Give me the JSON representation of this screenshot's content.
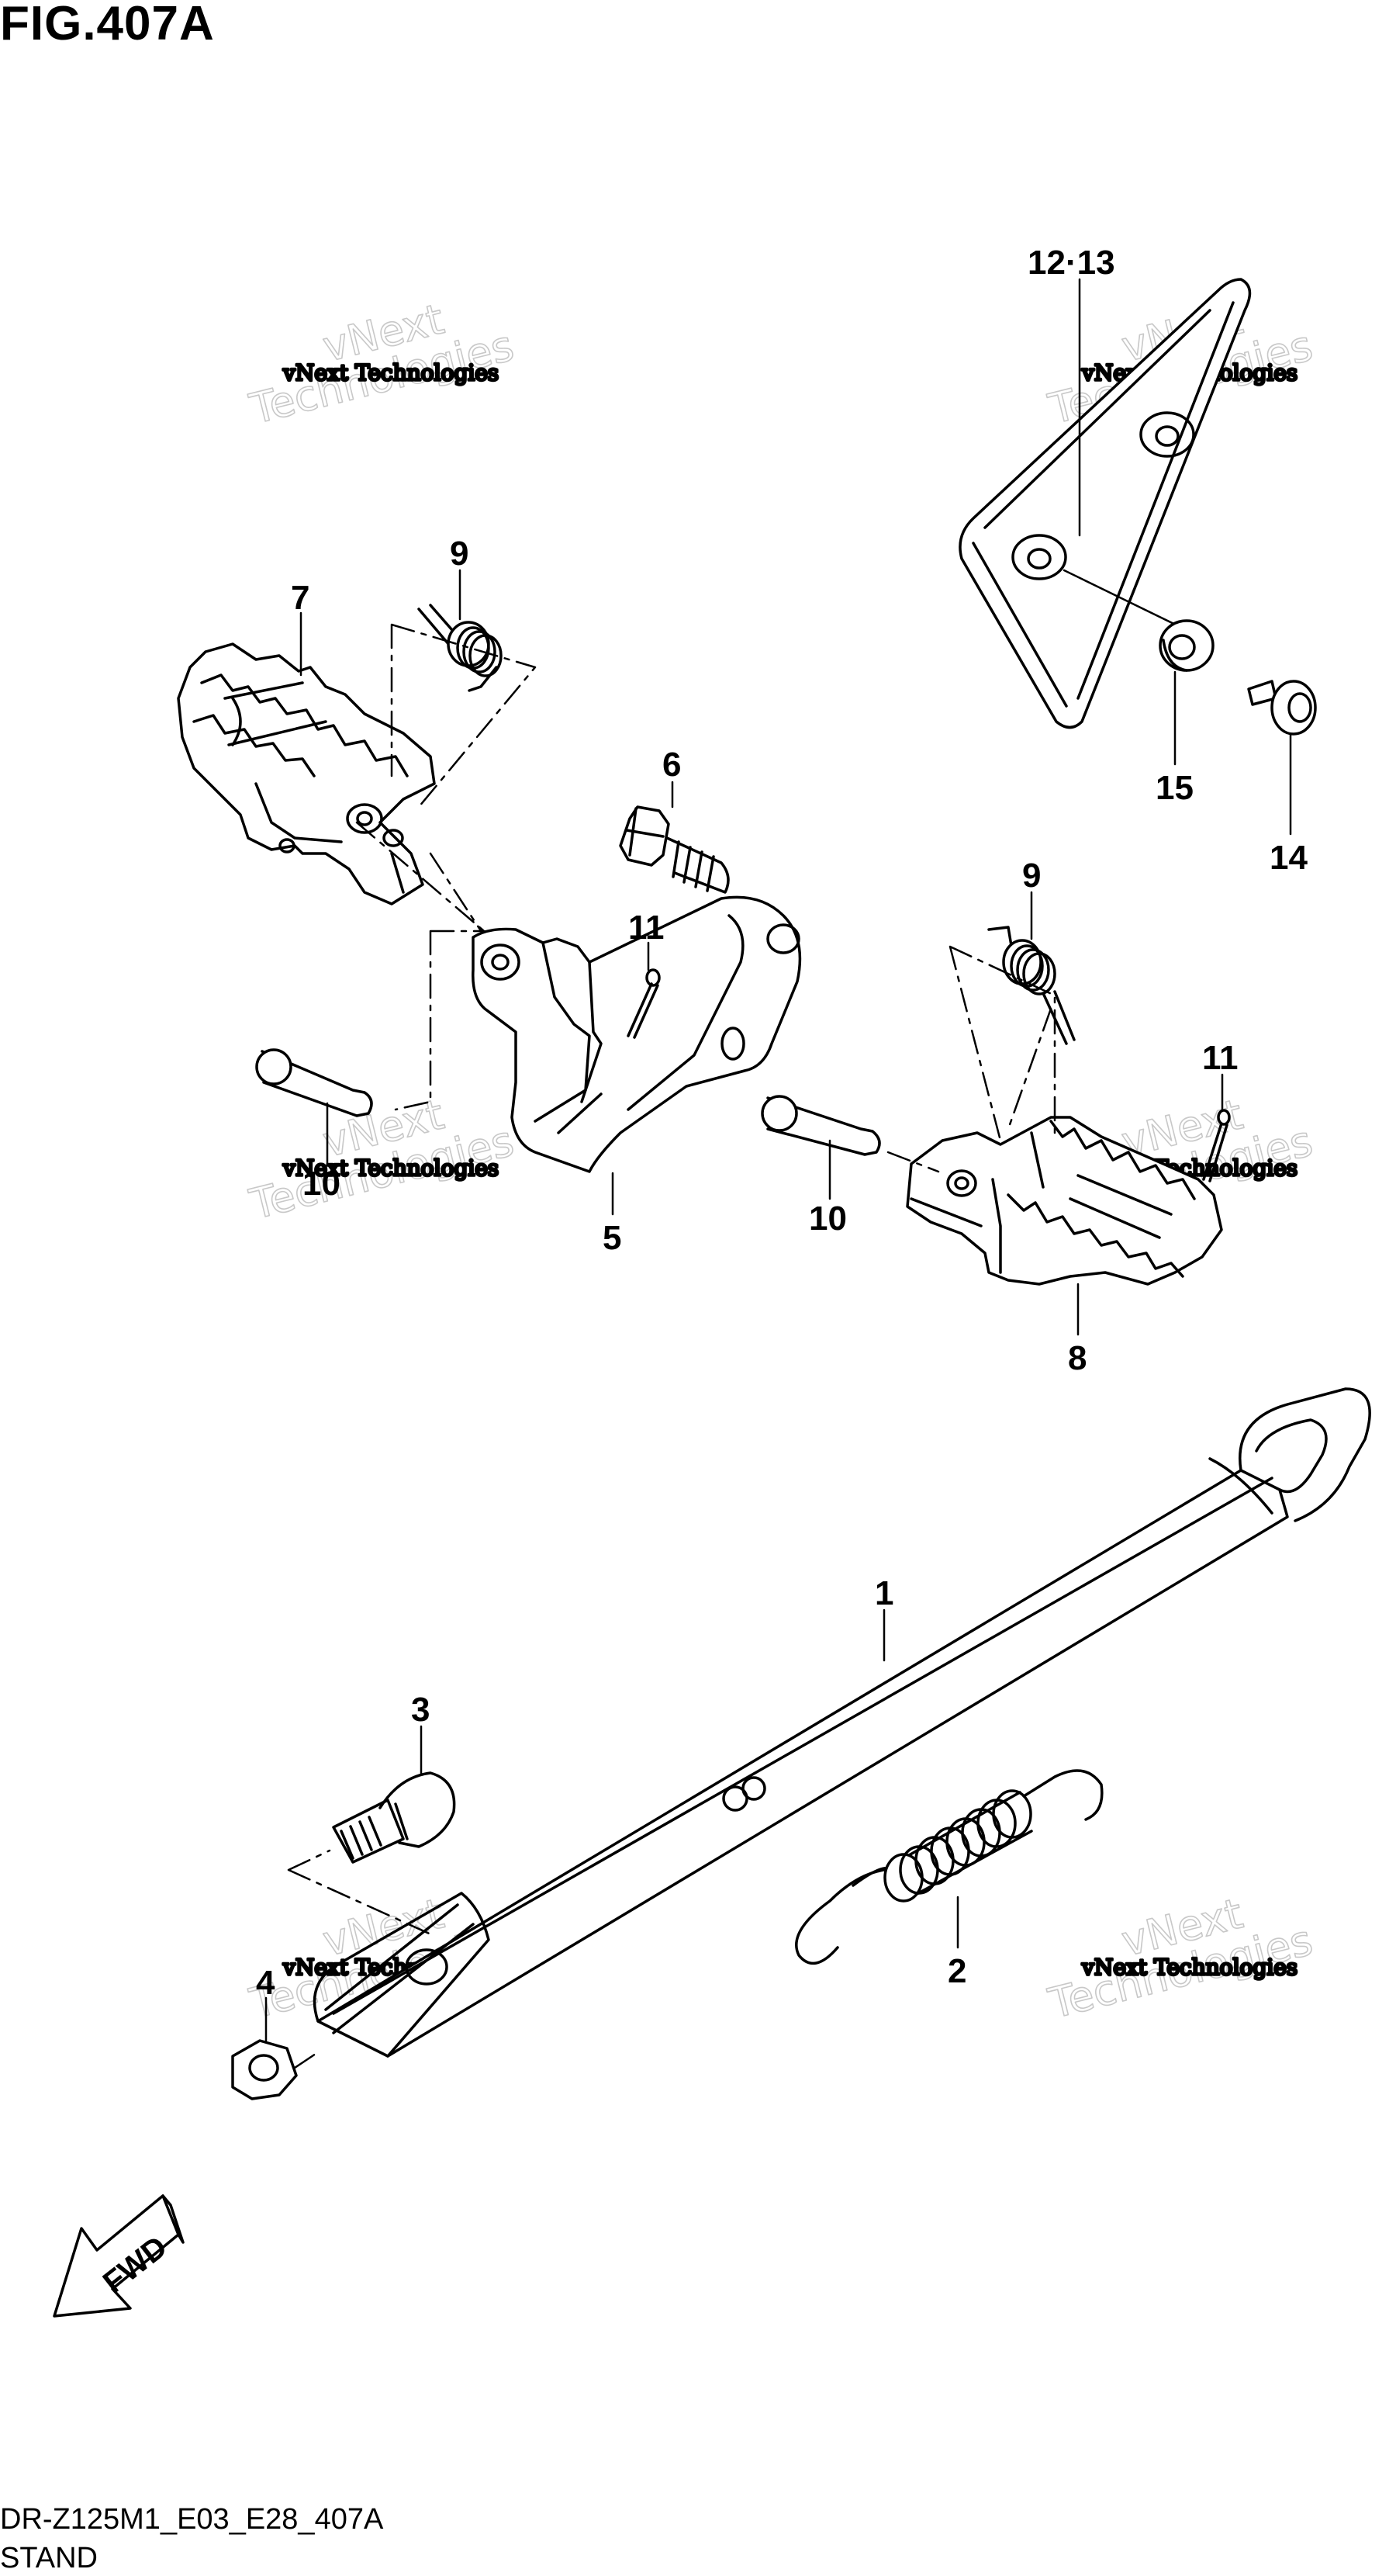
{
  "figure": {
    "title": "FIG.407A",
    "code": "DR-Z125M1_E03_E28_407A",
    "name": "STAND"
  },
  "callouts": {
    "p1": "1",
    "p2": "2",
    "p3": "3",
    "p4": "4",
    "p5": "5",
    "p6": "6",
    "p7": "7",
    "p8": "8",
    "p9a": "9",
    "p9b": "9",
    "p10a": "10",
    "p10b": "10",
    "p11a": "11",
    "p11b": "11",
    "p1213": "12·13",
    "p14": "14",
    "p15": "15"
  },
  "watermark": {
    "line1": "vNext Technologies",
    "line2": "Technologies",
    "line3": "vNext"
  },
  "fwd": "FWD"
}
